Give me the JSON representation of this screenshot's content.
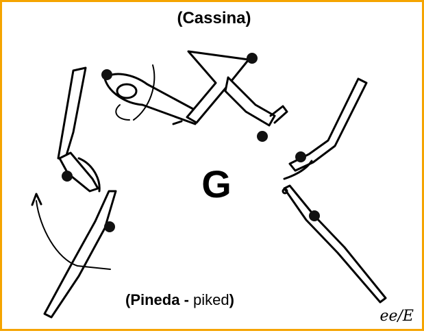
{
  "top_label": "(Cassina)",
  "center_letter": "G",
  "bottom_label": {
    "open": "(",
    "name": "Pineda",
    "dash": " - ",
    "variant": "piked",
    "close": ")"
  },
  "signature": "ee/E",
  "colors": {
    "border": "#f5a400",
    "ink": "#000000"
  }
}
